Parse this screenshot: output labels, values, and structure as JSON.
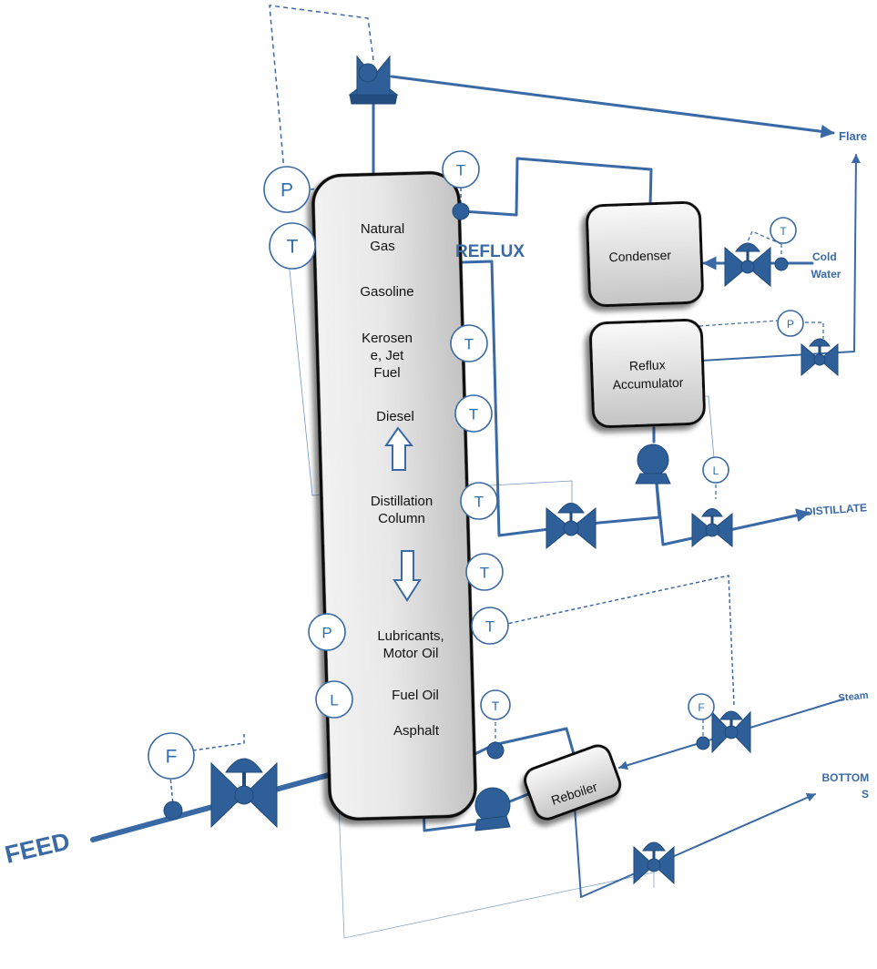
{
  "labels": {
    "feed": "FEED",
    "reflux": "REFLUX",
    "flare": "Flare",
    "cold_water": [
      "Cold",
      "Water"
    ],
    "distillate": "DISTILLATE",
    "steam": "Steam",
    "bottoms": [
      "BOTTOM",
      "S"
    ]
  },
  "column": {
    "products": [
      [
        "Natural",
        "Gas"
      ],
      [
        "Gasoline"
      ],
      [
        "Kerosen",
        "e, Jet",
        "Fuel"
      ],
      [
        "Diesel"
      ],
      [
        "Distillation",
        "Column"
      ],
      [
        "Lubricants,",
        "Motor Oil"
      ],
      [
        "Fuel Oil"
      ],
      [
        "Asphalt"
      ]
    ]
  },
  "equipment": {
    "condenser": [
      "Condenser"
    ],
    "accumulator": [
      "Reflux",
      "Accumulator"
    ],
    "reboiler": [
      "Reboiler"
    ]
  },
  "instruments": [
    "P",
    "T",
    "T",
    "T",
    "T",
    "T",
    "T",
    "T",
    "P",
    "L",
    "T",
    "F",
    "T",
    "P",
    "L",
    "F"
  ],
  "colors": {
    "line": "#3a6aa5",
    "fill": "#2f5f98",
    "box_light": "#fafafa",
    "box_dark": "#c4c4c4"
  }
}
